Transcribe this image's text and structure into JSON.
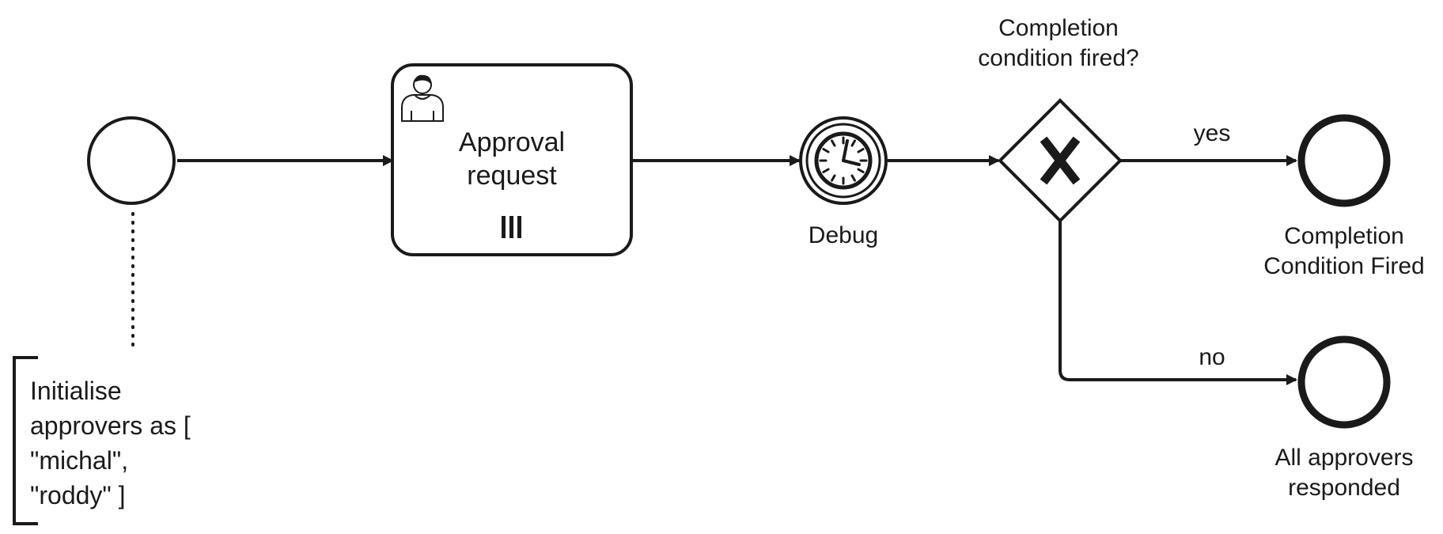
{
  "diagram": {
    "start_event": {
      "label": ""
    },
    "task": {
      "label_line1": "Approval",
      "label_line2": "request",
      "type": "user-task",
      "marker": "parallel-multi-instance"
    },
    "timer_event": {
      "label": "Debug",
      "type": "intermediate-timer"
    },
    "gateway": {
      "label_line1": "Completion",
      "label_line2": "condition fired?",
      "type": "exclusive"
    },
    "end_event_yes": {
      "label_line1": "Completion",
      "label_line2": "Condition Fired"
    },
    "end_event_no": {
      "label_line1": "All approvers",
      "label_line2": "responded"
    },
    "flow_yes": {
      "label": "yes"
    },
    "flow_no": {
      "label": "no"
    },
    "annotation": {
      "lines": [
        "Initialise",
        "approvers as [",
        "\"michal\",",
        "\"roddy\" ]"
      ]
    }
  },
  "colors": {
    "stroke": "#1a1a1a",
    "fill": "#ffffff"
  }
}
